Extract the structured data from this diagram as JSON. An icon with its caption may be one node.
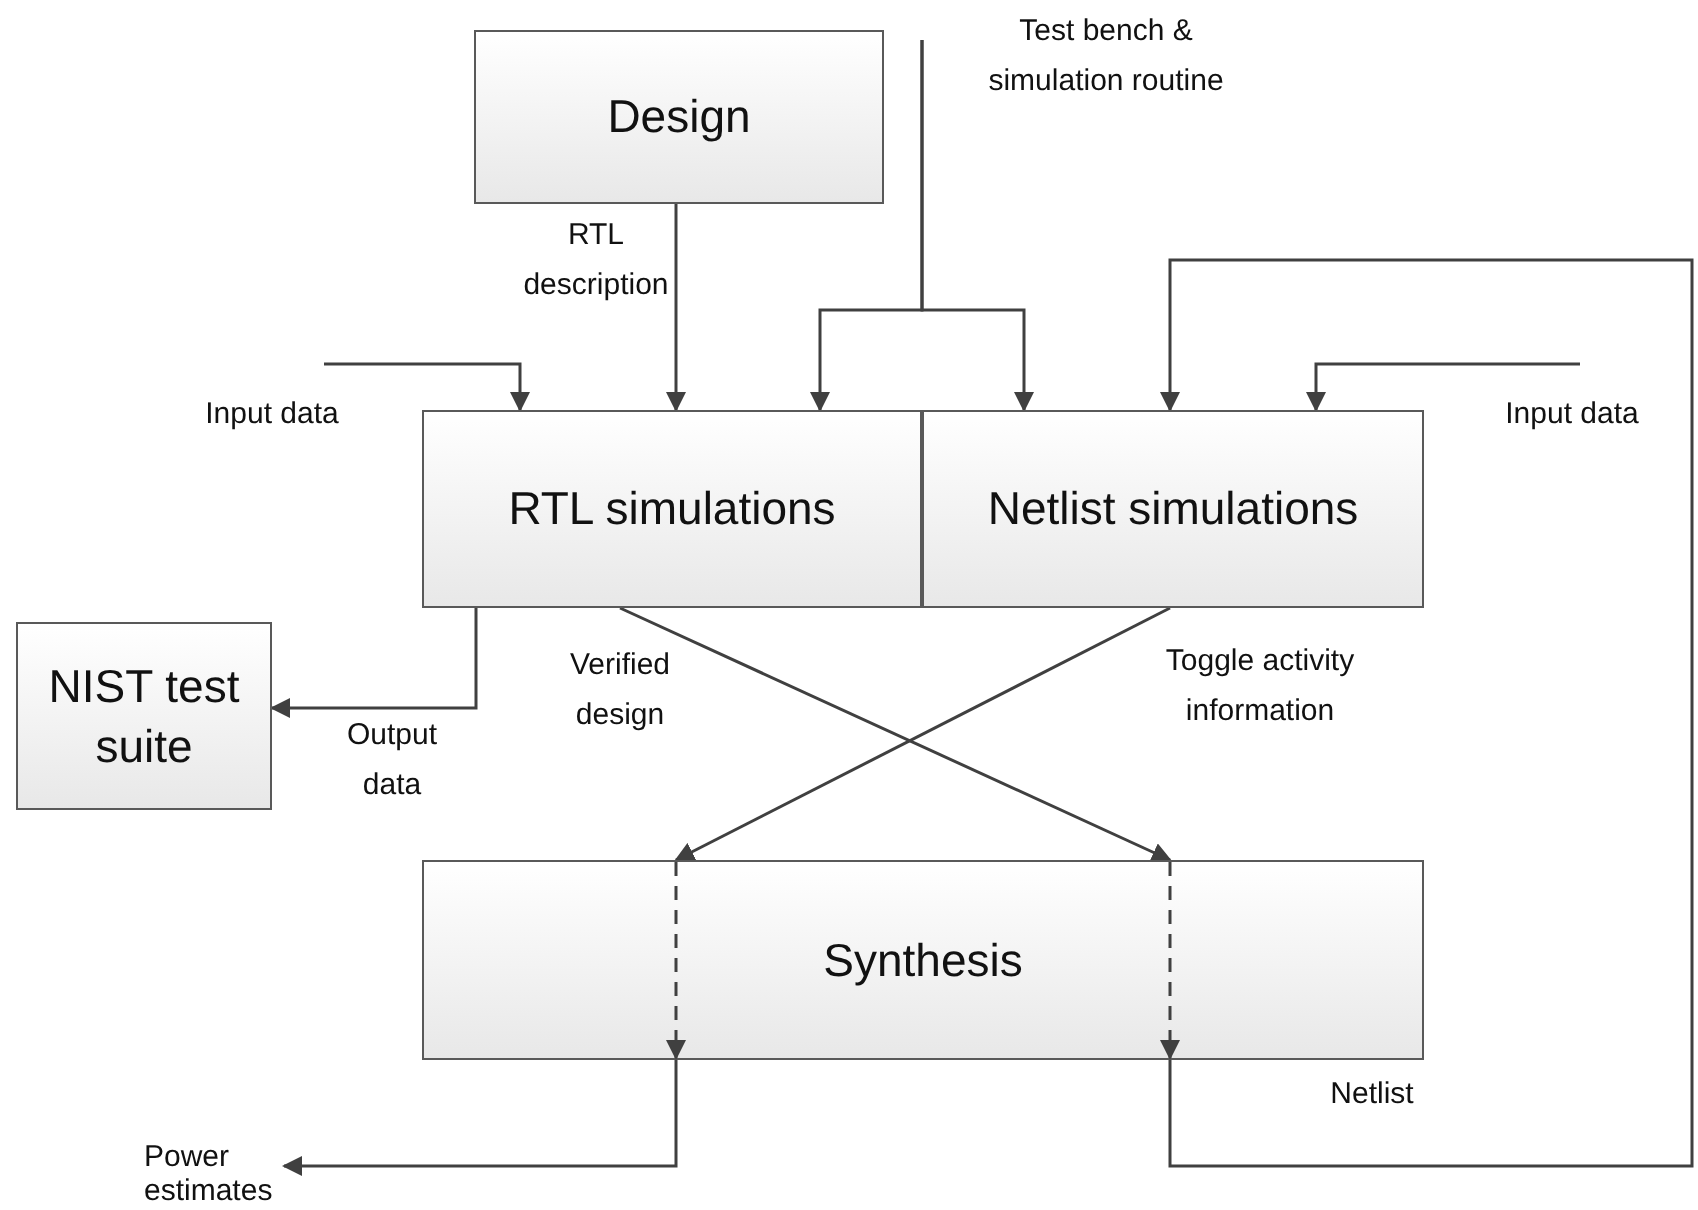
{
  "diagram": {
    "nodes": [
      {
        "text": [
          "Design"
        ]
      },
      {
        "text": [
          "RTL simulations"
        ]
      },
      {
        "text": [
          "Netlist simulations"
        ]
      },
      {
        "text": [
          "NIST test suite"
        ]
      },
      {
        "text": [
          "Synthesis"
        ]
      },
      {
        "text": [
          "Power estimates"
        ]
      }
    ],
    "edges": [
      {
        "from": 0,
        "to": 1,
        "arrow": "to",
        "label": "RTL description"
      },
      {
        "from": null,
        "to": 1,
        "arrow": "to",
        "label": "Test bench & simulation routine"
      },
      {
        "from": null,
        "to": 2,
        "arrow": "to"
      },
      {
        "from": null,
        "to": 1,
        "arrow": "to",
        "label": "Input data"
      },
      {
        "from": 4,
        "to": 2,
        "arrow": "to",
        "label": "Netlist"
      },
      {
        "from": null,
        "to": 2,
        "arrow": "to",
        "label": "Input data"
      },
      {
        "from": 1,
        "to": 3,
        "arrow": "to",
        "label": "Output data"
      },
      {
        "from": 1,
        "to": 4,
        "arrow": "to",
        "label": "Verified design"
      },
      {
        "from": 2,
        "to": 4,
        "arrow": "to",
        "label": "Toggle activity information"
      },
      {
        "from": 4,
        "to": 5,
        "arrow": "to"
      }
    ]
  }
}
